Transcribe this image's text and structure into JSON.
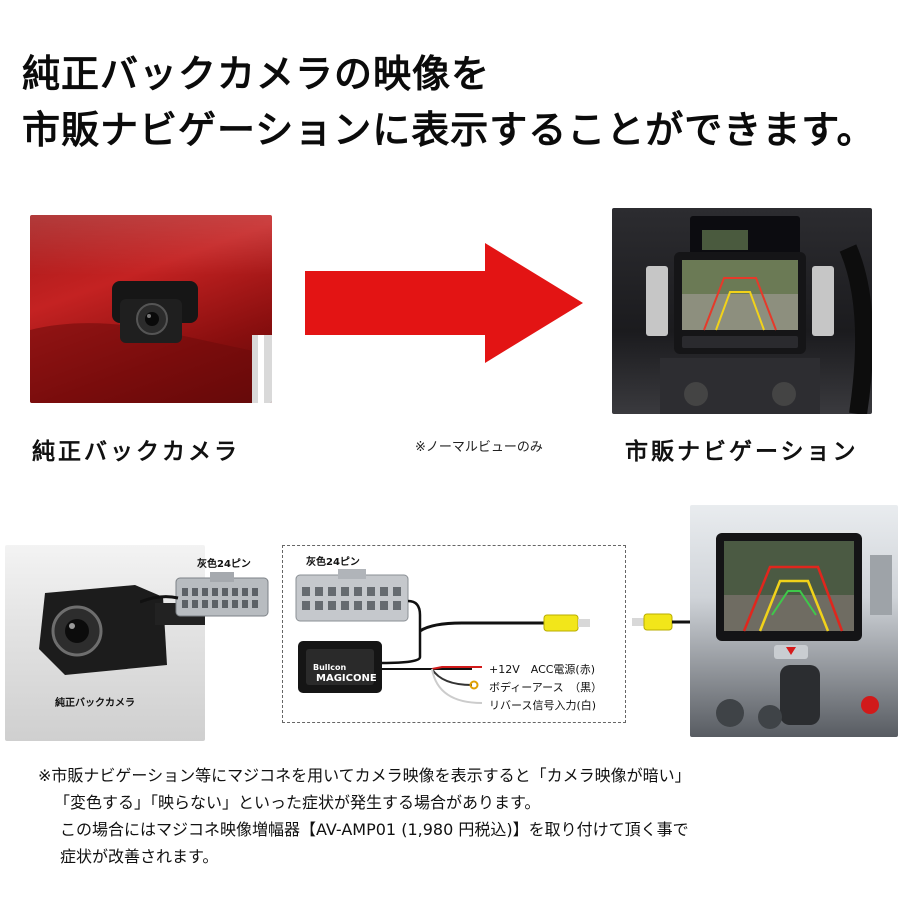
{
  "headline": {
    "line1": "純正バックカメラの映像を",
    "line2": "市販ナビゲーションに表示することができます。"
  },
  "top_diagram": {
    "left_caption": "純正バックカメラ",
    "right_caption": "市販ナビゲーション",
    "note": "※ノーマルビューのみ",
    "arrow_color": "#e31414"
  },
  "wiring_diagram": {
    "camera_caption": "純正バックカメラ",
    "connector_label_left": "灰色24ピン",
    "connector_label_right": "灰色24ピン",
    "module_brand": "Bullcon",
    "module_name": "MAGICONE",
    "wires": [
      {
        "label": "+12V　ACC電源(赤)",
        "color": "#d11a1a"
      },
      {
        "label": "ボディーアース　（黒）",
        "color": "#222222"
      },
      {
        "label": "リバース信号入力(白)",
        "color": "#cccccc"
      }
    ],
    "rca_color": "#f2e61a"
  },
  "footnote": {
    "line1": "※市販ナビゲーション等にマジコネを用いてカメラ映像を表示すると「カメラ映像が暗い」",
    "line2": "「変色する」「映らない」といった症状が発生する場合があります。",
    "line3": "この場合にはマジコネ映像増幅器【AV-AMP01 (1,980 円税込)】を取り付けて頂く事で",
    "line4": "症状が改善されます。"
  }
}
